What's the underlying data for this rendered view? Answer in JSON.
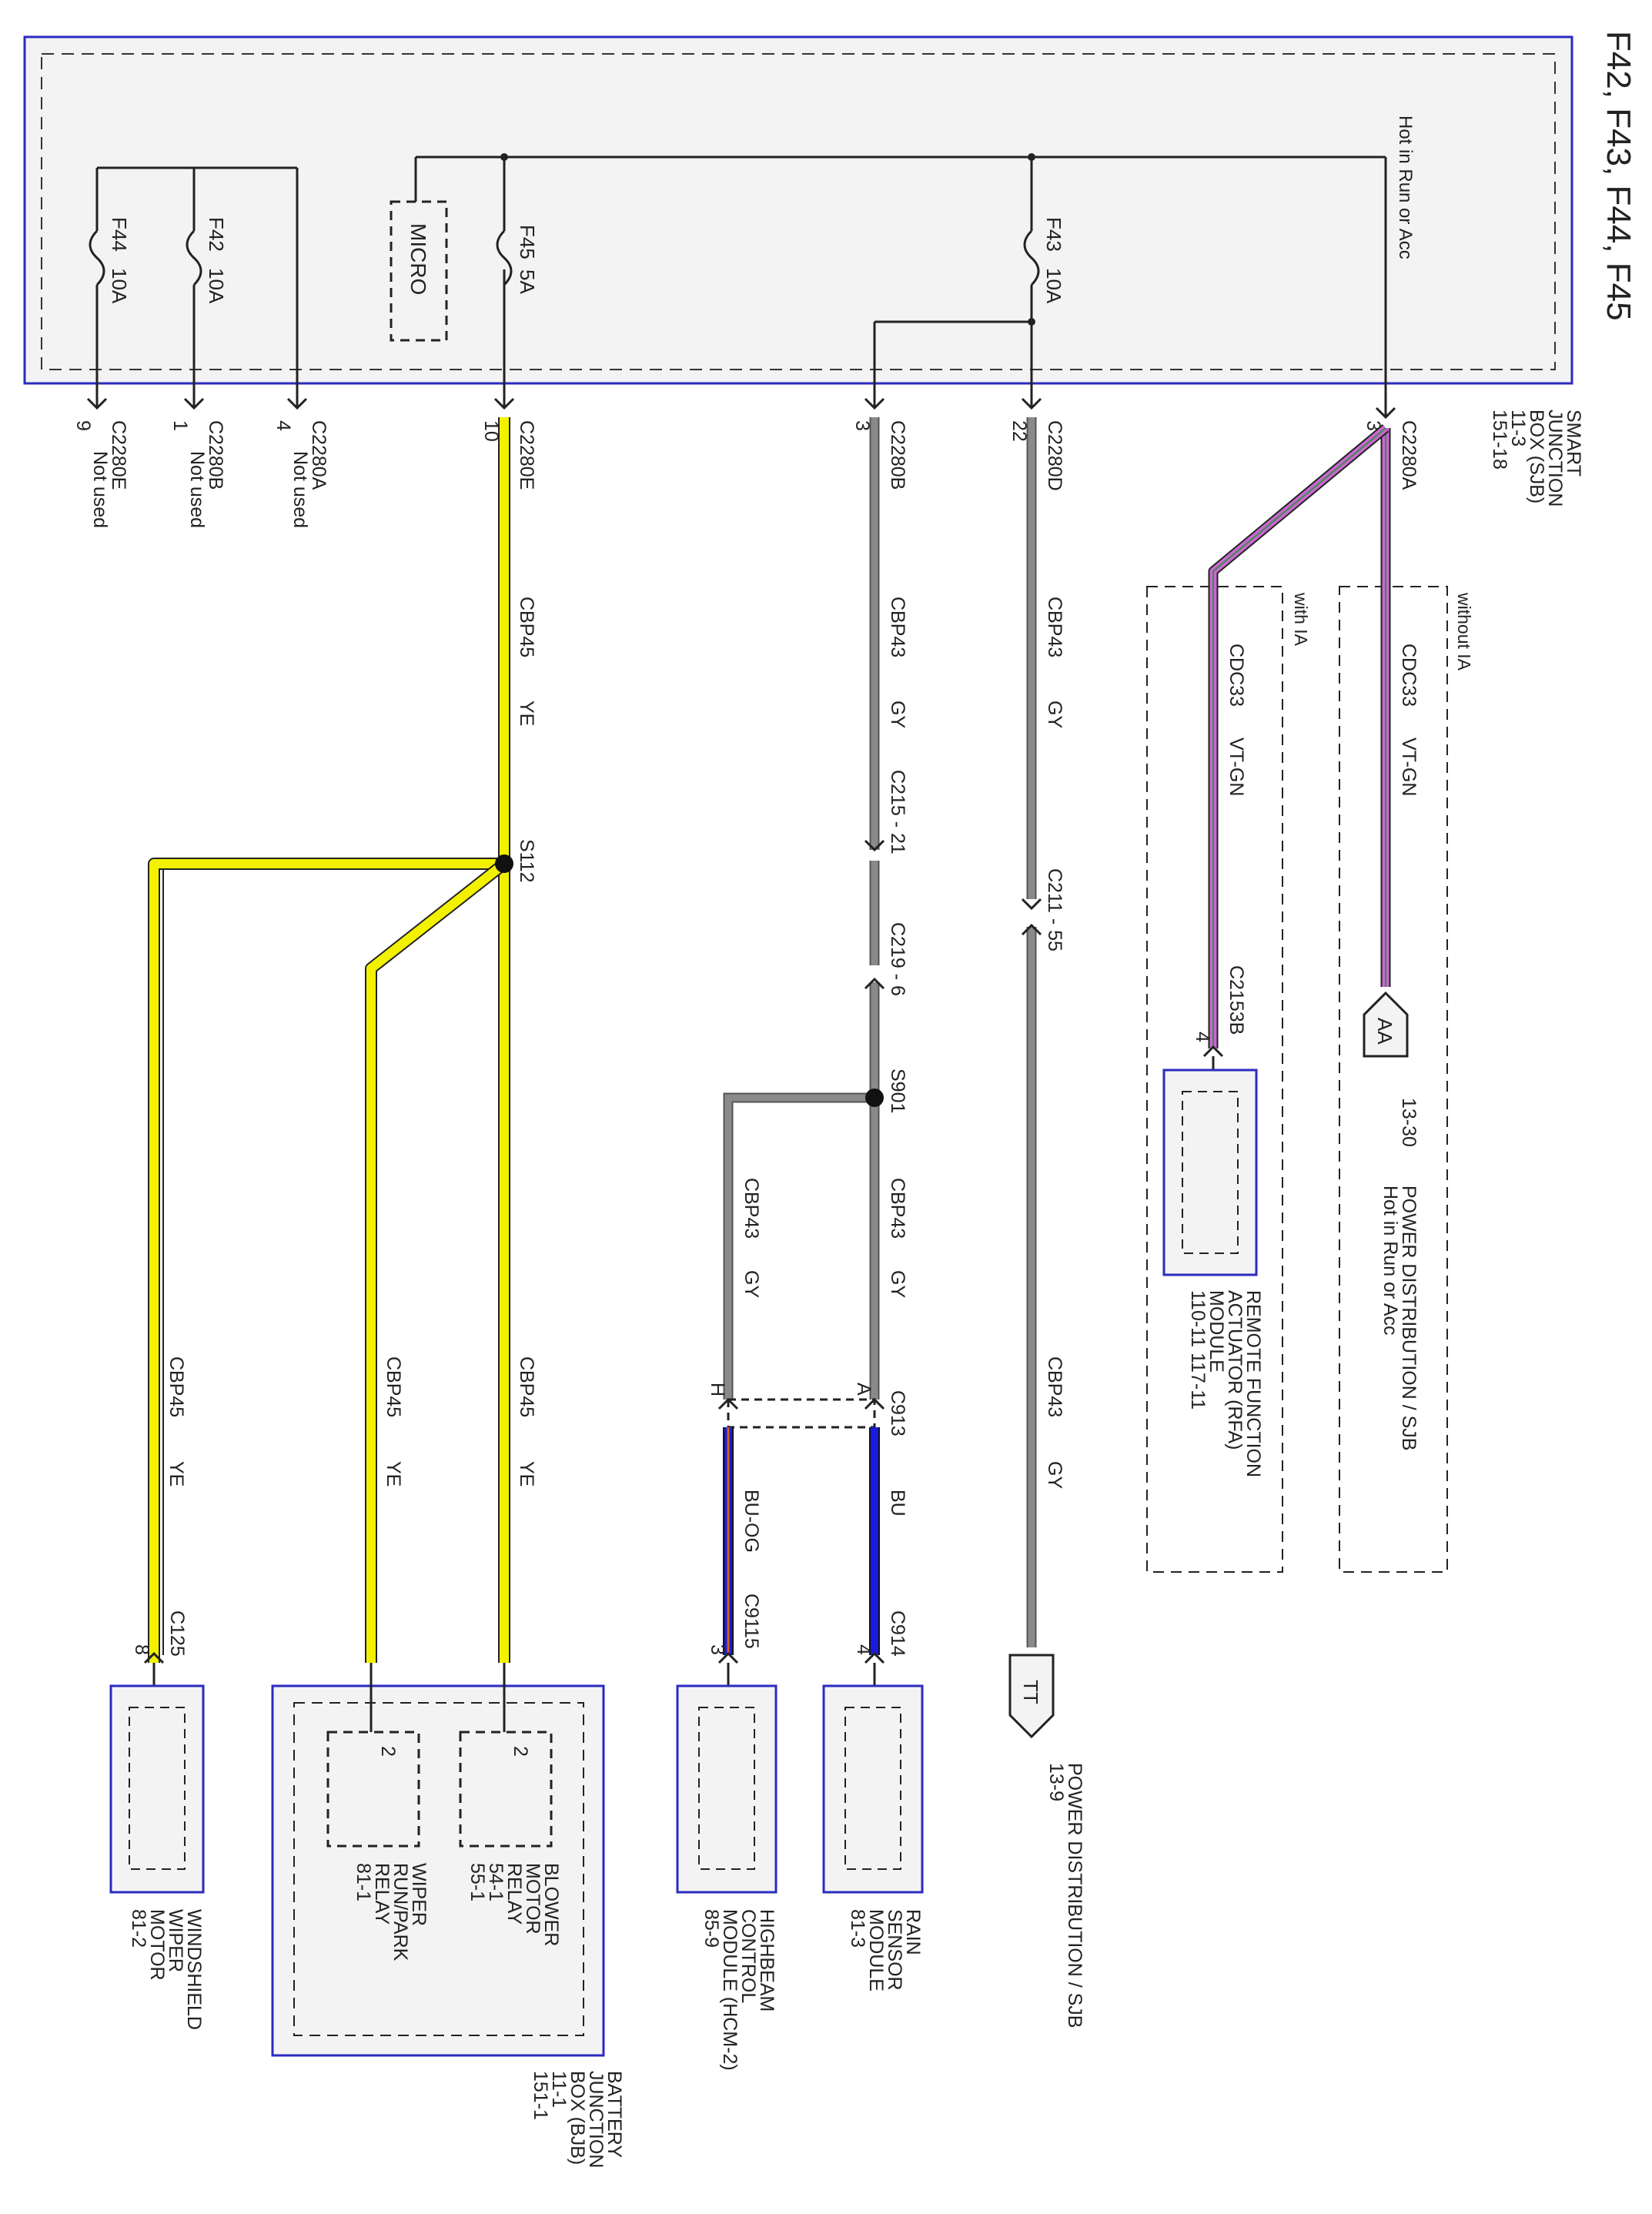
{
  "title": "F42, F43, F44, F45",
  "colors": {
    "yellow_wire": "#F2F200",
    "gray_wire": "#808080",
    "violet_wire": "#C868D0",
    "green_stripe": "#3F8A4E",
    "blue_wire": "#1A1AE0",
    "orange_stripe": "#D96010",
    "box_border": "#2B2BC0",
    "box_fill": "#F3F3F3"
  },
  "sjb": {
    "label_lines": [
      "SMART",
      "JUNCTION",
      "BOX (SJB)",
      "11-3",
      "151-18"
    ],
    "hot_label": "Hot in Run or Acc",
    "micro": "MICRO",
    "fuses": [
      {
        "id": "F44",
        "amps": "10A"
      },
      {
        "id": "F42",
        "amps": "10A"
      },
      {
        "id": "F45",
        "amps": "5A"
      },
      {
        "id": "F43",
        "amps": "10A"
      }
    ],
    "pins": [
      {
        "connector": "C2280E",
        "pin": "9",
        "note": "Not used"
      },
      {
        "connector": "C2280B",
        "pin": "1",
        "note": "Not used"
      },
      {
        "connector": "C2280A",
        "pin": "4",
        "note": "Not used"
      },
      {
        "connector": "C2280E",
        "pin": "10",
        "note": ""
      },
      {
        "connector": "C2280B",
        "pin": "3",
        "note": ""
      },
      {
        "connector": "C2280D",
        "pin": "22",
        "note": ""
      },
      {
        "connector": "C2280A",
        "pin": "3",
        "note": ""
      }
    ]
  },
  "wires": {
    "cbp45": "CBP45",
    "ye": "YE",
    "cbp43": "CBP43",
    "gy": "GY",
    "cdc33": "CDC33",
    "vt_gn": "VT-GN",
    "bu": "BU",
    "bu_og": "BU-OG"
  },
  "splices": {
    "s112": "S112",
    "s901": "S901"
  },
  "inline": {
    "c215": "C215 - 21",
    "c219": "C219 - 6",
    "c211": "C211 - 55",
    "c913": "C913",
    "c913_a": "A",
    "c913_h": "H"
  },
  "variants": {
    "without_ia": "without IA",
    "with_ia": "with IA"
  },
  "offpage": [
    {
      "symbol": "AA",
      "ref": "13-30",
      "lines": [
        "POWER DISTRIBUTION / SJB",
        "Hot in Run or Acc"
      ]
    },
    {
      "symbol": "TT",
      "ref": "13-9",
      "lines": [
        "POWER DISTRIBUTION / SJB"
      ]
    }
  ],
  "rfa": {
    "connector": "C2153B",
    "pin": "4",
    "lines": [
      "REMOTE FUNCTION",
      "ACTUATOR (RFA)",
      "MODULE",
      "110-11   117-11"
    ]
  },
  "rain": {
    "connector": "C914",
    "pin": "4",
    "lines": [
      "RAIN",
      "SENSOR",
      "MODULE",
      "81-3"
    ]
  },
  "hcm": {
    "connector": "C9115",
    "pin": "3",
    "lines": [
      "HIGHBEAM",
      "CONTROL",
      "MODULE (HCM-2)",
      "85-9"
    ]
  },
  "bjb": {
    "lines": [
      "BATTERY",
      "JUNCTION",
      "BOX (BJB)",
      "11-1",
      "151-1"
    ],
    "blower_pin": "2",
    "blower_lines": [
      "BLOWER",
      "MOTOR",
      "RELAY",
      "54-1",
      "55-1"
    ],
    "wiper_pin": "2",
    "wiper_lines": [
      "WIPER",
      "RUN/PARK",
      "RELAY",
      "81-1"
    ]
  },
  "wiper_motor": {
    "connector": "C125",
    "pin": "8",
    "lines": [
      "WINDSHIELD",
      "WIPER",
      "MOTOR",
      "81-2"
    ]
  }
}
